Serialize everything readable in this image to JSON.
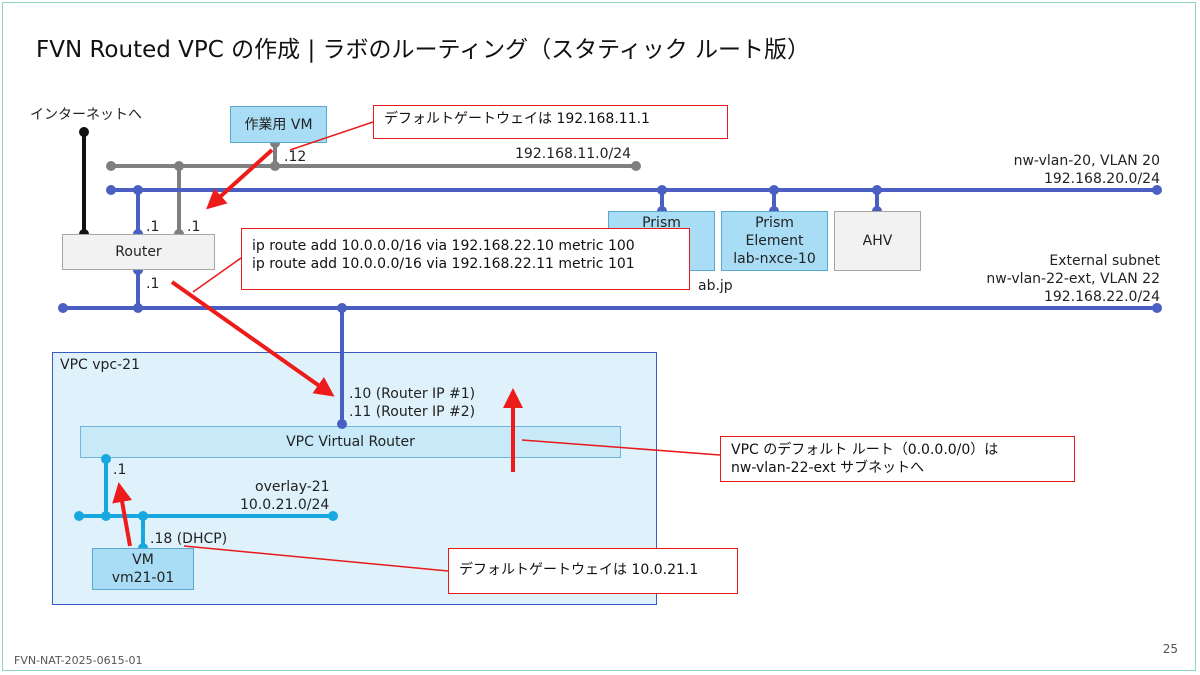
{
  "slide": {
    "title": "FVN Routed VPC の作成 | ラボのルーティング（スタティック ルート版）",
    "footer_code": "FVN-NAT-2025-0615-01",
    "page_number": "25"
  },
  "labels": {
    "internet": "インターネットへ",
    "work_vm_ip": ".12",
    "subnet_11": "192.168.11.0/24",
    "nw_vlan_20": "nw-vlan-20, VLAN 20",
    "subnet_20": "192.168.20.0/24",
    "router_ip_20": ".1",
    "router_ip_11": ".1",
    "router_ip_22": ".1",
    "ext_subnet": "External subnet",
    "nw_vlan_22": "nw-vlan-22-ext, VLAN 22",
    "subnet_22": "192.168.22.0/24",
    "partial_domain": "ab.jp",
    "vpc_name": "VPC vpc-21",
    "router_ip1": ".10 (Router IP #1)",
    "router_ip2": ".11 (Router IP #2)",
    "overlay_gw": ".1",
    "overlay_name": "overlay-21",
    "overlay_subnet": "10.0.21.0/24",
    "vm_dhcp": ".18 (DHCP)"
  },
  "boxes": {
    "work_vm": "作業用 VM",
    "router": "Router",
    "prism_central_partial": "Prism",
    "prism_element_line1": "Prism",
    "prism_element_line2": "Element",
    "prism_element_line3": "lab-nxce-10",
    "ahv": "AHV",
    "vpc_router": "VPC Virtual Router",
    "vm_line1": "VM",
    "vm_line2": "vm21-01"
  },
  "callouts": {
    "work_vm_gw": "デフォルトゲートウェイは 192.168.11.1",
    "route_line1": "ip route add 10.0.0.0/16 via 192.168.22.10 metric 100",
    "route_line2": "ip route add 10.0.0.0/16 via 192.168.22.11 metric 101",
    "vpc_default_line1": "VPC のデフォルト ルート（0.0.0.0/0）は",
    "vpc_default_line2": "nw-vlan-22-ext サブネットへ",
    "vm_gw": "デフォルトゲートウェイは 10.0.21.1"
  },
  "colors": {
    "vlan_blue": "#4a5fc1",
    "mgmt_grey": "#7f7f7f",
    "overlay_cyan": "#18a8e0",
    "arrow_red": "#ee1b1b",
    "callout_border": "#e8191c"
  }
}
